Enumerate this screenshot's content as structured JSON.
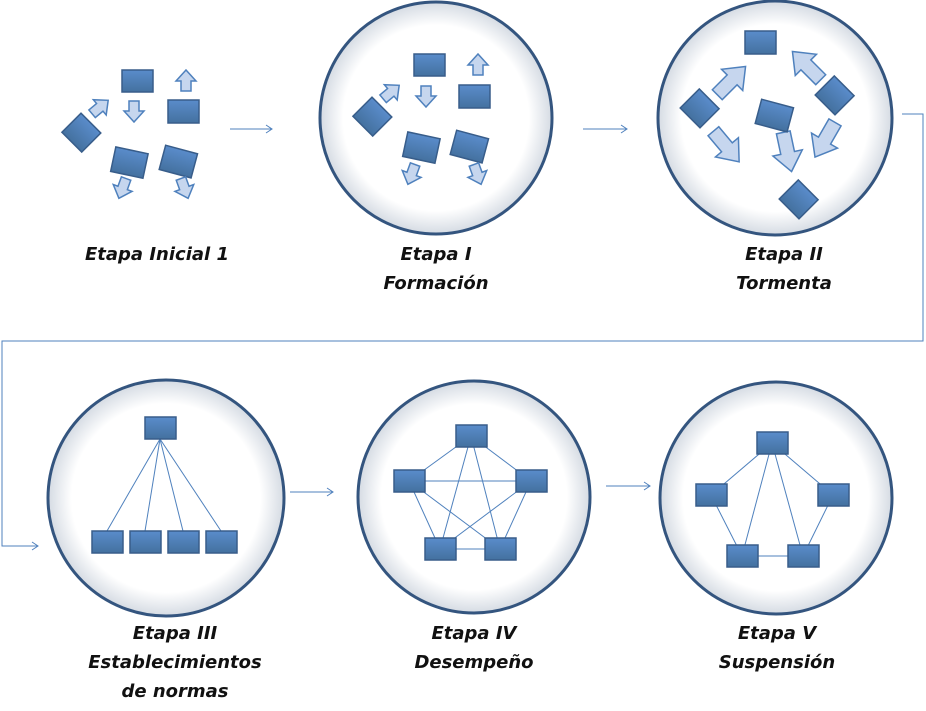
{
  "colors": {
    "box_fill": "#4f81bd",
    "box_stroke": "#385d8a",
    "circle_stroke": "#34557f",
    "circle_fill_inner": "#ffffff",
    "circle_fill_outer": "#d5dbe3",
    "connector": "#4f81bd",
    "arrow_fill": "#c6d6ee",
    "arrow_stroke": "#4f81bd"
  },
  "stages": [
    {
      "lines": [
        "Etapa Inicial 1"
      ]
    },
    {
      "lines": [
        "Etapa I",
        "Formación"
      ]
    },
    {
      "lines": [
        "Etapa II",
        "Tormenta"
      ]
    },
    {
      "lines": [
        "Etapa III",
        "Establecimientos",
        "de normas"
      ]
    },
    {
      "lines": [
        "Etapa IV",
        "Desempeño"
      ]
    },
    {
      "lines": [
        "Etapa V",
        "Suspensión"
      ]
    }
  ]
}
